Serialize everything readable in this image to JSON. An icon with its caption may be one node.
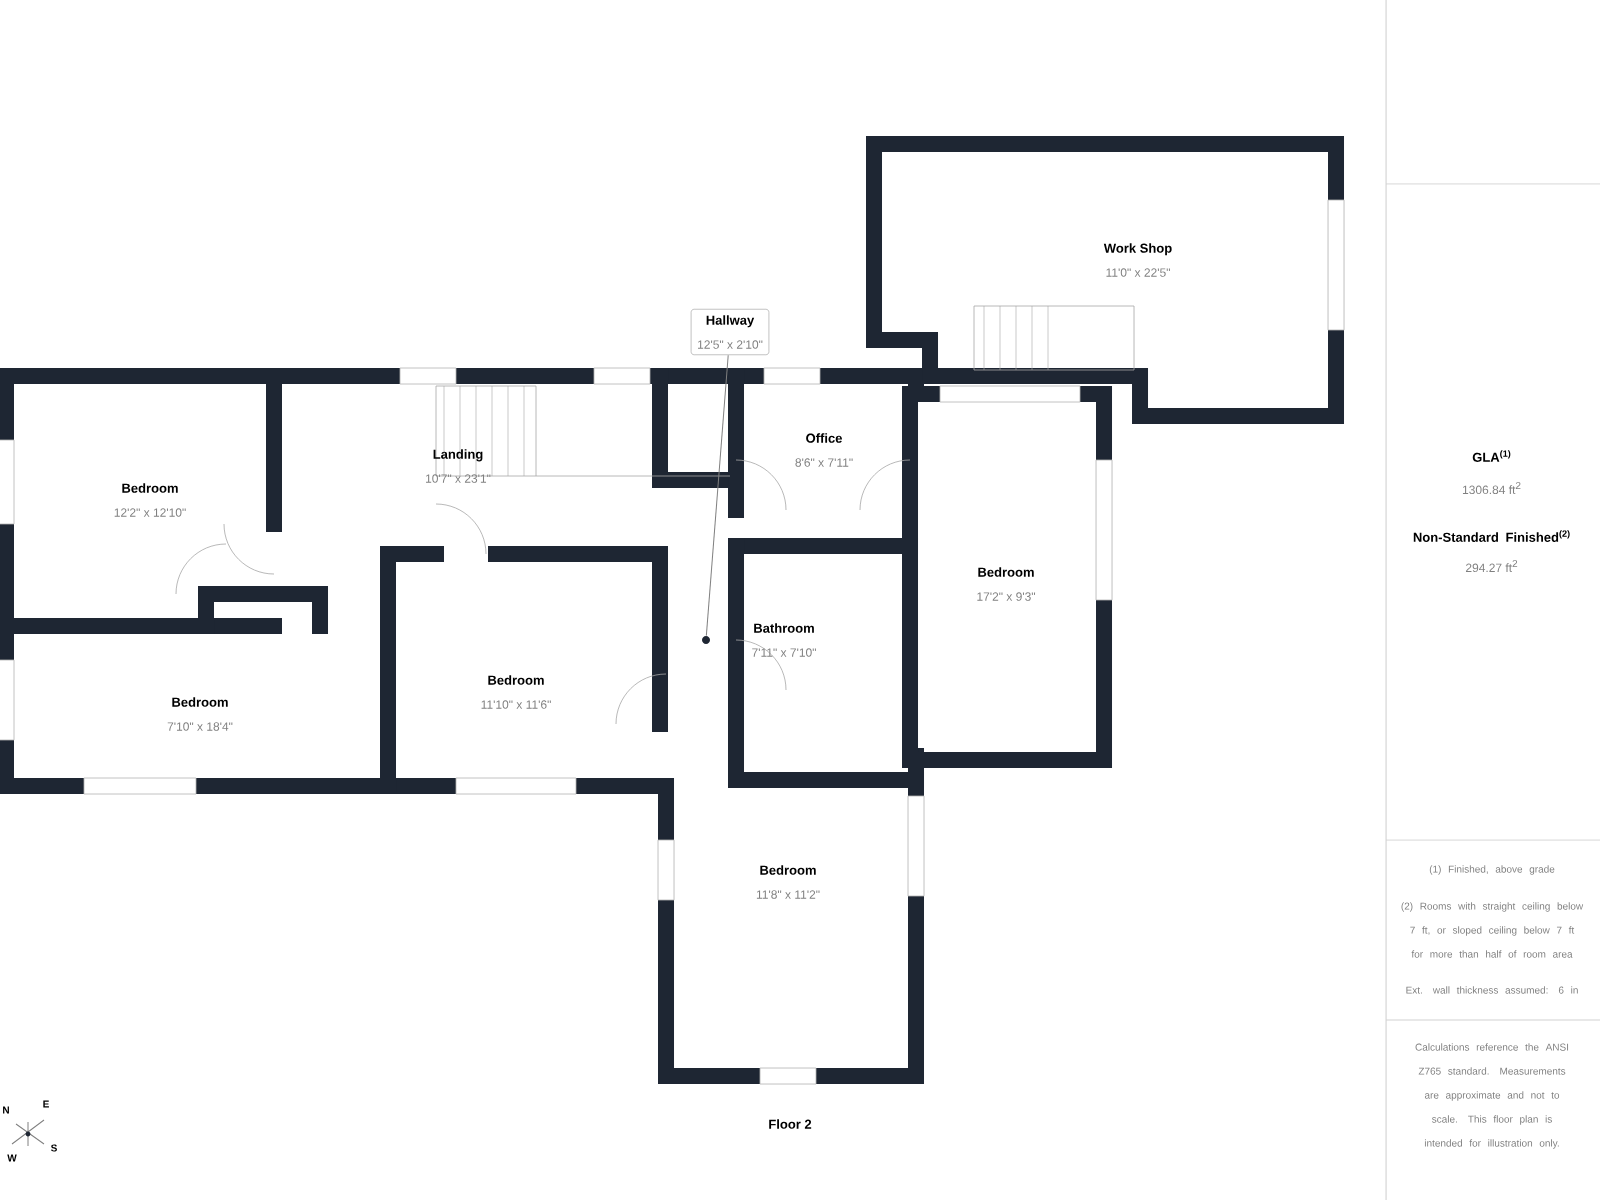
{
  "diagram": {
    "nodes": [
      {
        "text": [
          "Work Shop",
          "11'0\" x 22'5\""
        ]
      },
      {
        "text": [
          "Hallway",
          "12'5\" x 2'10\""
        ]
      },
      {
        "text": [
          "Bedroom",
          "12'2\" x 12'10\""
        ]
      },
      {
        "text": [
          "Landing",
          "10'7\" x 23'1\""
        ]
      },
      {
        "text": [
          "Office",
          "8'6\" x 7'11\""
        ]
      },
      {
        "text": [
          "Bedroom",
          "17'2\" x 9'3\""
        ]
      },
      {
        "text": [
          "Bathroom",
          "7'11\" x 7'10\""
        ]
      },
      {
        "text": [
          "Bedroom",
          "7'10\" x 18'4\""
        ]
      },
      {
        "text": [
          "Bedroom",
          "11'10\" x 11'6\""
        ]
      },
      {
        "text": [
          "Bedroom",
          "11'8\" x 11'2\""
        ]
      },
      {
        "text": [],
        "shape": "circle"
      }
    ],
    "edges": [
      {
        "from": 1,
        "to": 10,
        "arrow": "none"
      }
    ],
    "labels": [
      "Floor 2",
      "N",
      "E",
      "W",
      "S",
      "GLA$^{(1)}$",
      "1306.84 ft$^{2}$",
      "Non-Standard Finished$^{(2)}$",
      "294.27 ft$^{2}$",
      "(1) Finished, above grade",
      "(2) Rooms with straight ceiling below 7 ft, or sloped ceiling below 7 ft for more than half of room area",
      "Ext. wall thickness assumed: 6 in",
      "Calculations reference the ANSI Z765 standard. Measurements are approximate and not to scale. This floor plan is intended for illustration only."
    ]
  }
}
